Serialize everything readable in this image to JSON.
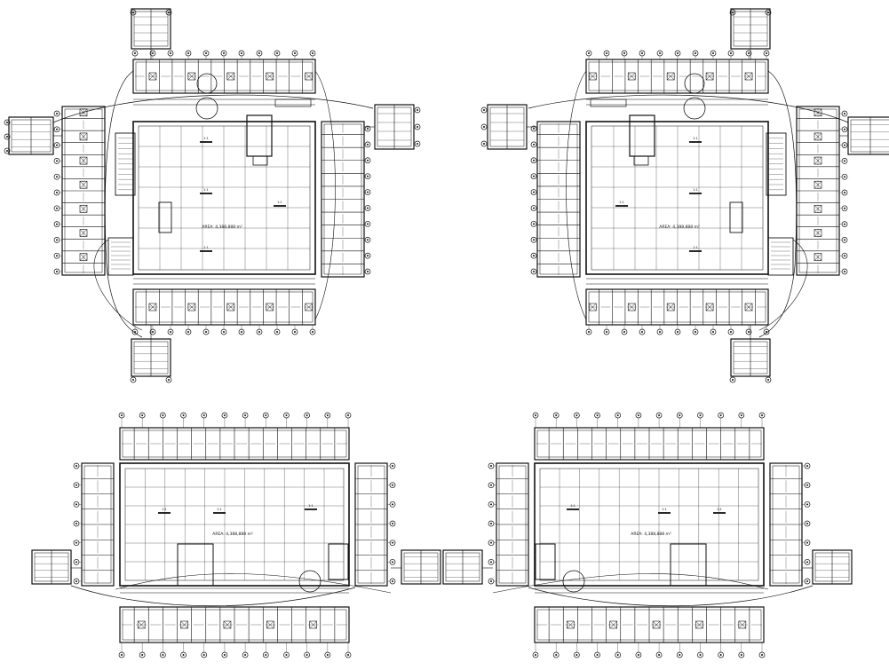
{
  "plans": [
    {
      "id": "plan-top-left",
      "area_label": "AREA: 4,388,888 m²",
      "mirror": false
    },
    {
      "id": "plan-top-right",
      "area_label": "AREA: 4,388,888 m²",
      "mirror": true
    },
    {
      "id": "plan-bottom-left",
      "area_label": "AREA: 4,388,888 m²",
      "mirror": false
    },
    {
      "id": "plan-bottom-right",
      "area_label": "AREA: 4,388,888 m²",
      "mirror": true
    }
  ],
  "colors": {
    "line": "#111111",
    "background": "#ffffff"
  }
}
